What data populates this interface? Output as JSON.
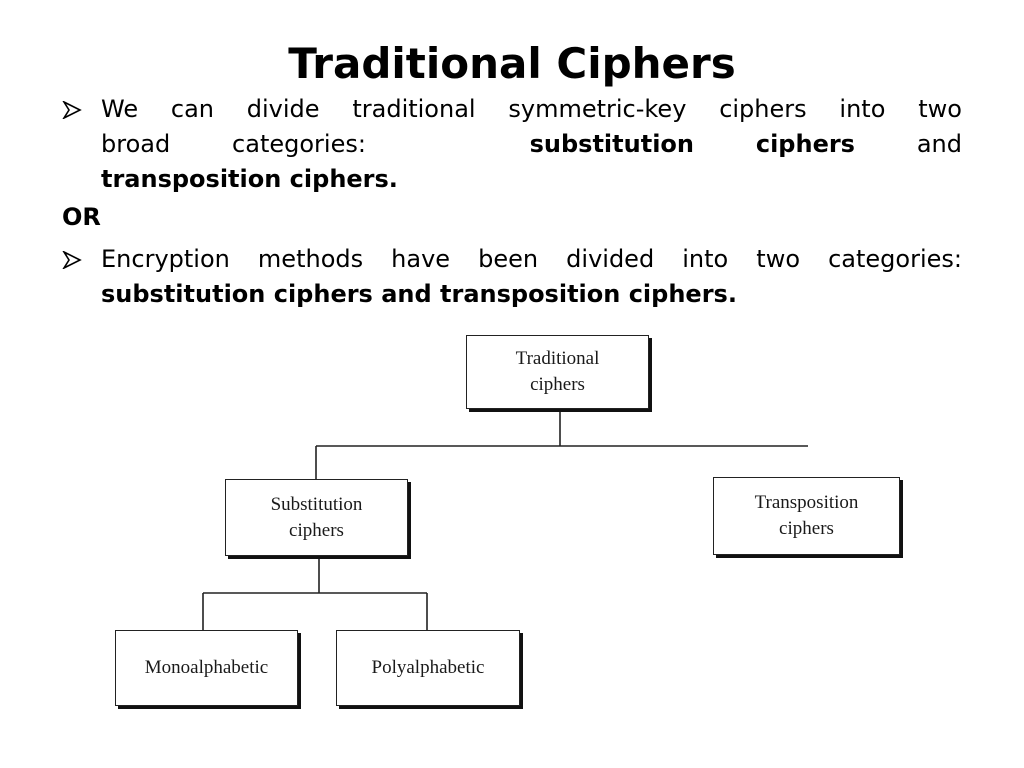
{
  "slide": {
    "title": "Traditional Ciphers",
    "bullet_1": {
      "line_1": [
        "We",
        "can",
        "divide",
        "traditional",
        "symmetric-key",
        "ciphers",
        "into",
        "two"
      ],
      "line_2_start": "broad",
      "line_2_middle": "categories:",
      "line_2_bold": "substitution",
      "line_2_bold_2": "ciphers",
      "line_2_end": "and",
      "line_3_bold": "transposition ciphers."
    },
    "separator": "OR",
    "bullet_2": {
      "line_1": [
        "Encryption",
        "methods",
        "have",
        "been",
        "divided",
        "into",
        "two",
        "categories:"
      ],
      "line_2_bold": "substitution ciphers and transposition ciphers."
    }
  },
  "diagram": {
    "root": {
      "line_1": "Traditional",
      "line_2": "ciphers"
    },
    "left_branch": {
      "line_1": "Substitution",
      "line_2": "ciphers"
    },
    "right_branch": {
      "line_1": "Transposition",
      "line_2": "ciphers"
    },
    "leaf_1": {
      "label": "Monoalphabetic"
    },
    "leaf_2": {
      "label": "Polyalphabetic"
    }
  },
  "colors": {
    "text": "#000000",
    "line": "#222222",
    "box_shadow": "#111111"
  },
  "icons": {
    "bullet": "arrowhead-bullet-icon"
  }
}
